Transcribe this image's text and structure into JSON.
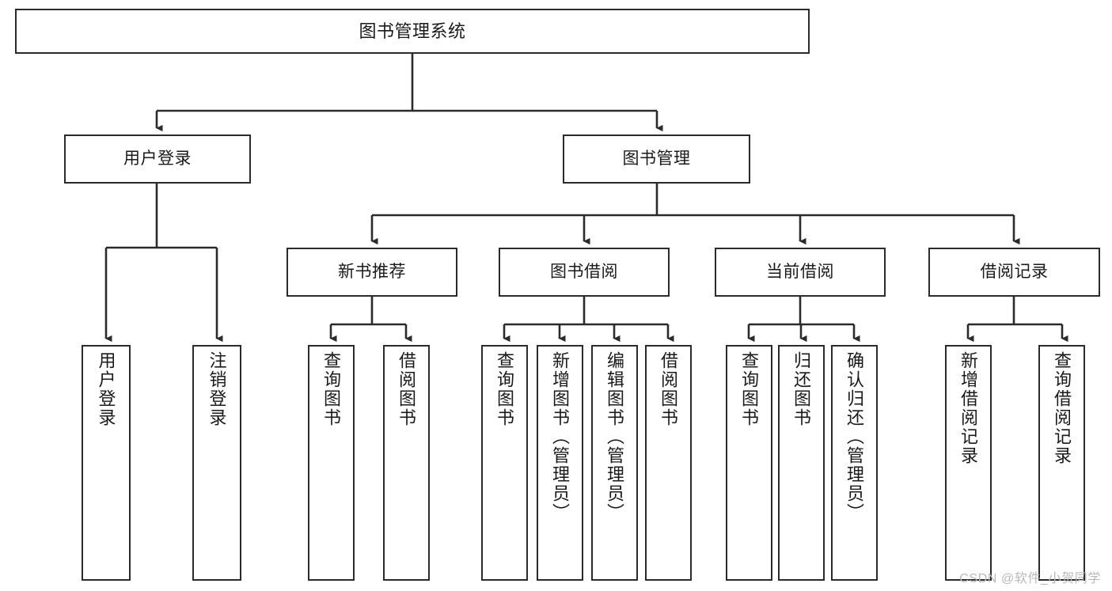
{
  "diagram": {
    "type": "tree",
    "title": "图书管理系统",
    "watermark": "CSDN @软件_小贺同学",
    "colors": {
      "box_border": "#2b2b2b",
      "box_fill": "#ffffff",
      "connector": "#2b2b2b",
      "text": "#1a1a1a",
      "watermark": "#b9b9b9",
      "background": "#ffffff"
    },
    "levels": {
      "root": "图书管理系统",
      "level1": [
        "用户登录",
        "图书管理"
      ],
      "level2": [
        "新书推荐",
        "图书借阅",
        "当前借阅",
        "借阅记录"
      ]
    },
    "nodes": {
      "root": {
        "label": "图书管理系统"
      },
      "user_login": {
        "label": "用户登录"
      },
      "book_manage": {
        "label": "图书管理"
      },
      "new_book_rec": {
        "label": "新书推荐"
      },
      "book_borrow": {
        "label": "图书借阅"
      },
      "current_borrow": {
        "label": "当前借阅"
      },
      "borrow_record": {
        "label": "借阅记录"
      }
    },
    "leaves": {
      "user_login": [
        {
          "label": "用户登录"
        },
        {
          "label": "注销登录"
        }
      ],
      "new_book_rec": [
        {
          "label": "查询图书"
        },
        {
          "label": "借阅图书"
        }
      ],
      "book_borrow": [
        {
          "label": "查询图书"
        },
        {
          "label": "新增图书（管理员）"
        },
        {
          "label": "编辑图书（管理员）"
        },
        {
          "label": "借阅图书"
        }
      ],
      "current_borrow": [
        {
          "label": "查询图书"
        },
        {
          "label": "归还图书"
        },
        {
          "label": "确认归还（管理员）"
        }
      ],
      "borrow_record": [
        {
          "label": "新增借阅记录"
        },
        {
          "label": "查询借阅记录"
        }
      ]
    }
  }
}
